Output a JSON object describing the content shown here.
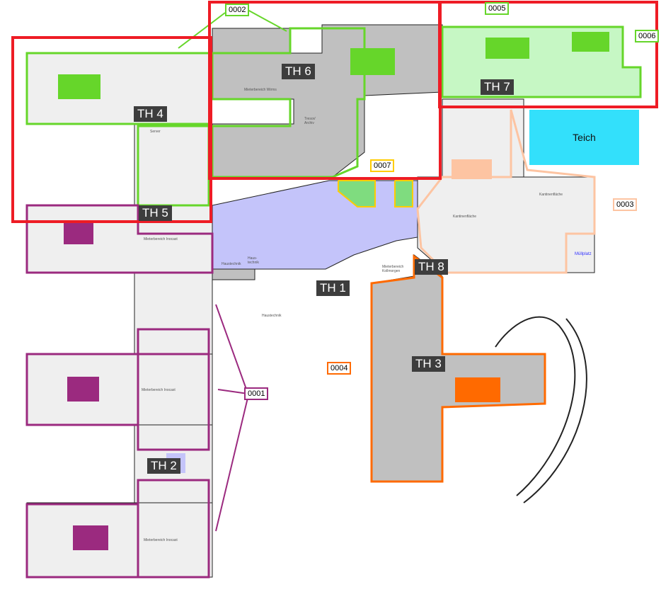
{
  "th_labels": {
    "th1": "TH 1",
    "th2": "TH 2",
    "th3": "TH 3",
    "th4": "TH 4",
    "th5": "TH 5",
    "th6": "TH 6",
    "th7": "TH 7",
    "th8": "TH 8"
  },
  "zone_codes": {
    "z0001": "0001",
    "z0002": "0002",
    "z0003": "0003",
    "z0004": "0004",
    "z0005": "0005",
    "z0006": "0006",
    "z0007": "0007"
  },
  "areas": {
    "teich": "Teich",
    "muellplatz": "Müllplatz",
    "wirms": "Mieterbereich Wirms",
    "tresor": "Tresor/ Archiv",
    "kantine1": "Kantinenfläche",
    "kantine2": "Kantinenfläche",
    "haustechnik1": "Haustechnik",
    "haustechnik2": "Haustechnik",
    "haustechnik3": "Haus-technik",
    "kollmorgen": "Mieterbereich Kollmorgen",
    "inocast1": "Mieterbereich Inocast",
    "inocast2": "Mieterbereich Inocast",
    "inocast3": "Mieterbereich Inocast",
    "server": "Server"
  },
  "colors": {
    "red": "#ee1c25",
    "green": "#66d62a",
    "lightgreen": "#c6f7c4",
    "purple": "#9b2a7f",
    "orange": "#ff6a00",
    "peach": "#fdc4a2",
    "lavender": "#c4c4fa",
    "gray": "#c0c0c0",
    "cyan": "#33e0fb",
    "yellow": "#ffcc00"
  }
}
